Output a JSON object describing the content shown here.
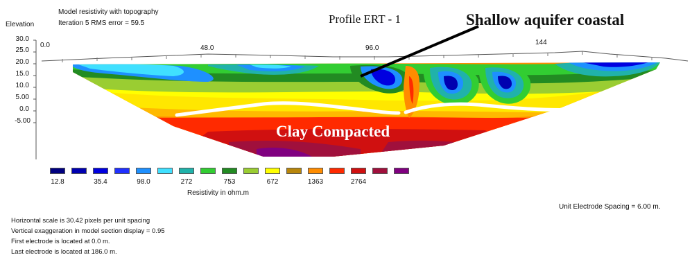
{
  "header": {
    "elevation_label": "Elevation",
    "model_title": "Model resistivity with topography",
    "iteration": "Iteration 5 RMS error = 59.5",
    "profile_title": "Profile ERT - 1",
    "annotation_top": "Shallow aquifer coastal",
    "annotation_mid": "Clay Compacted"
  },
  "y_axis": {
    "ticks": [
      "30.0",
      "25.0",
      "20.0",
      "15.0",
      "10.0",
      "5.00",
      "0.0",
      "-5.00"
    ]
  },
  "x_axis": {
    "ticks": [
      "0.0",
      "48.0",
      "96.0",
      "144"
    ]
  },
  "legend": {
    "colors": [
      "#000080",
      "#0000b0",
      "#0000e0",
      "#2030ff",
      "#1e90ff",
      "#40e0ff",
      "#20b2aa",
      "#32cd32",
      "#228b22",
      "#9acd32",
      "#ffff00",
      "#b8860b",
      "#ff8c00",
      "#ff2a00",
      "#d01010",
      "#a0103c",
      "#800080"
    ],
    "labels": [
      "12.8",
      "35.4",
      "98.0",
      "272",
      "753",
      "672",
      "1363",
      "2764"
    ],
    "unit": "Resistivity in ohm.m"
  },
  "info": {
    "unit_spacing": "Unit Electrode Spacing = 6.00 m.",
    "lines": [
      "Horizontal scale is 30.42 pixels per unit spacing",
      "Vertical exaggeration in model section display = 0.95",
      "First electrode is located at 0.0  m.",
      "Last electrode is located at 186.0 m."
    ]
  }
}
